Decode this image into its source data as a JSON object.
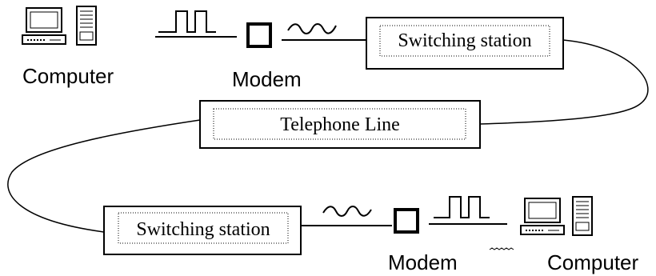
{
  "top": {
    "computer_label": "Computer",
    "modem_label": "Modem",
    "switching_station_label": "Switching station"
  },
  "middle": {
    "telephone_line_label": "Telephone Line"
  },
  "bottom": {
    "switching_station_label": "Switching station",
    "modem_label": "Modem",
    "computer_label": "Computer"
  },
  "colors": {
    "stroke": "#000000",
    "background": "#ffffff"
  },
  "icons": {
    "computer": "computer-icon",
    "modem": "modem-icon",
    "digital_signal": "square-wave-icon",
    "analog_signal": "sine-wave-icon"
  }
}
